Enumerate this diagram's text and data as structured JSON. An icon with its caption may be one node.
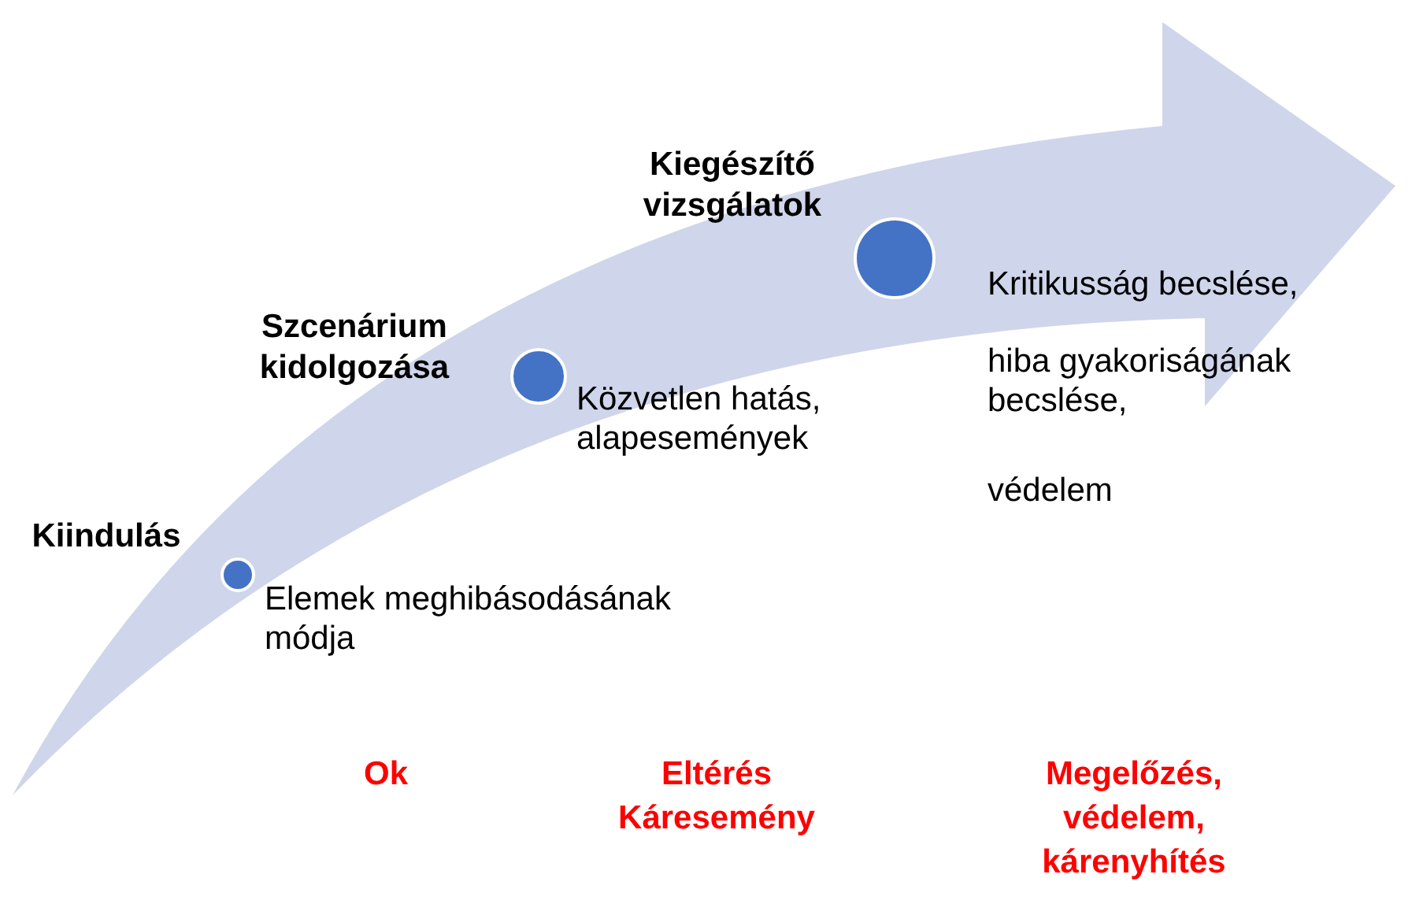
{
  "diagram": {
    "nodes": [
      {
        "text": [
          "Kiindulás"
        ],
        "beside": [
          "Elemek meghibásodásának módja"
        ]
      },
      {
        "text": [
          "Szcenárium kidolgozása"
        ],
        "beside": [
          "Közvetlen hatás, alapesemények"
        ]
      },
      {
        "text": [
          "Kiegészítő vizsgálatok"
        ],
        "beside": [
          "Kritikusság becslése,",
          "hiba gyakoriságának becslése,",
          "védelem"
        ]
      }
    ],
    "edges": [],
    "labels": [
      "Ok",
      "Eltérés Káresemény",
      "Megelőzés, védelem, kárenyhítés"
    ]
  }
}
